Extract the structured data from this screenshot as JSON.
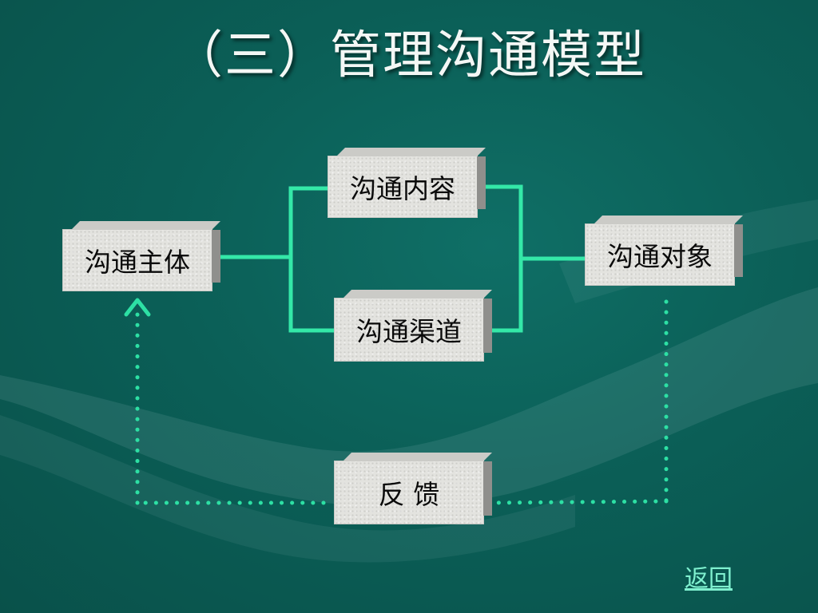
{
  "slide": {
    "title": "（三）管理沟通模型",
    "back_link": "返回"
  },
  "diagram": {
    "nodes": {
      "subject": "沟通主体",
      "content": "沟通内容",
      "channel": "沟通渠道",
      "object": "沟通对象",
      "feedback": "反 馈"
    },
    "colors": {
      "background": "#0b5f57",
      "solid_connector": "#34e8a8",
      "dotted_connector": "#2de0a4",
      "box_face": "#e3e3df",
      "link": "#7ff0cf"
    }
  }
}
